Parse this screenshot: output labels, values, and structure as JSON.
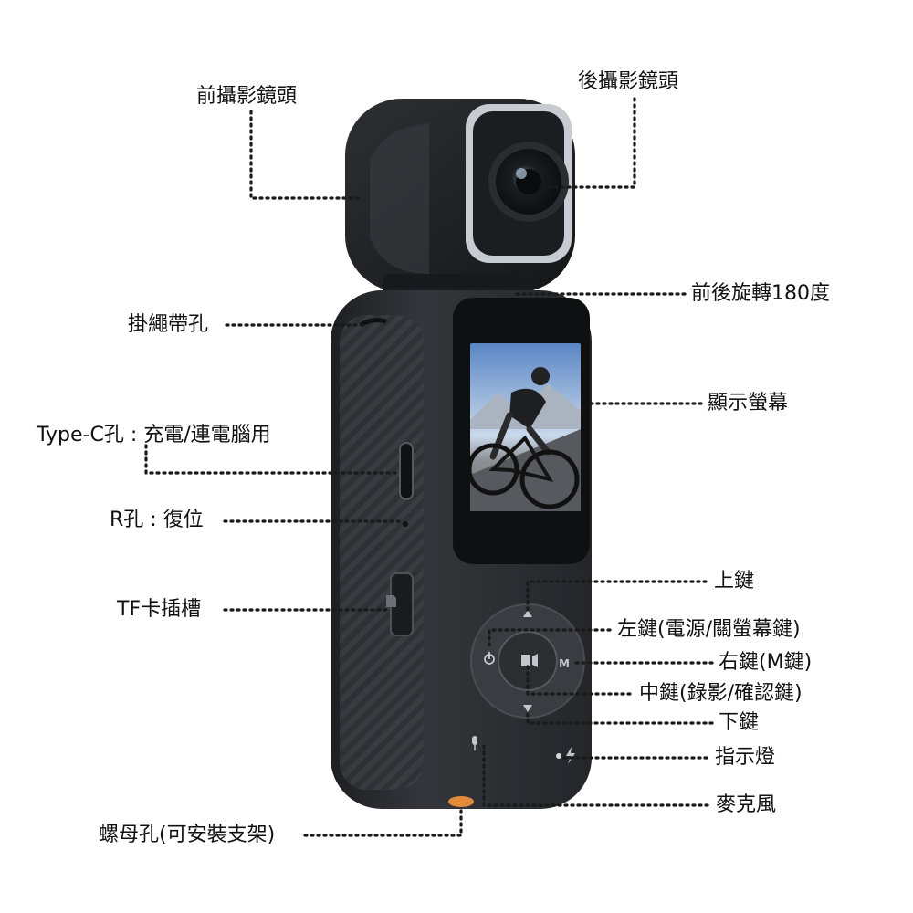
{
  "labels": {
    "front_camera": "前攝影鏡頭",
    "rear_camera": "後攝影鏡頭",
    "rotation": "前後旋轉180度",
    "lanyard_hole": "掛繩帶孔",
    "display": "顯示螢幕",
    "usb_c": "Type-C孔 : 充電/連電腦用",
    "reset_hole": "R孔 : 復位",
    "tf_slot": "TF卡插槽",
    "up_key": "上鍵",
    "left_key": "左鍵(電源/關螢幕鍵)",
    "right_key": "右鍵(M鍵)",
    "center_key": "中鍵(錄影/確認鍵)",
    "down_key": "下鍵",
    "indicator": "指示燈",
    "microphone": "麥克風",
    "tripod_mount": "螺母孔(可安裝支架)"
  },
  "colors": {
    "body": "#2b2d31",
    "body_dark": "#1b1c1f",
    "lens_ring": "#d9dde2",
    "leader_line": "#1a1a1a",
    "mount": "#e08a3a"
  },
  "icons": [
    "power-icon",
    "record-icon",
    "m-icon",
    "mic-icon",
    "lightning-icon",
    "sd-card-icon"
  ]
}
